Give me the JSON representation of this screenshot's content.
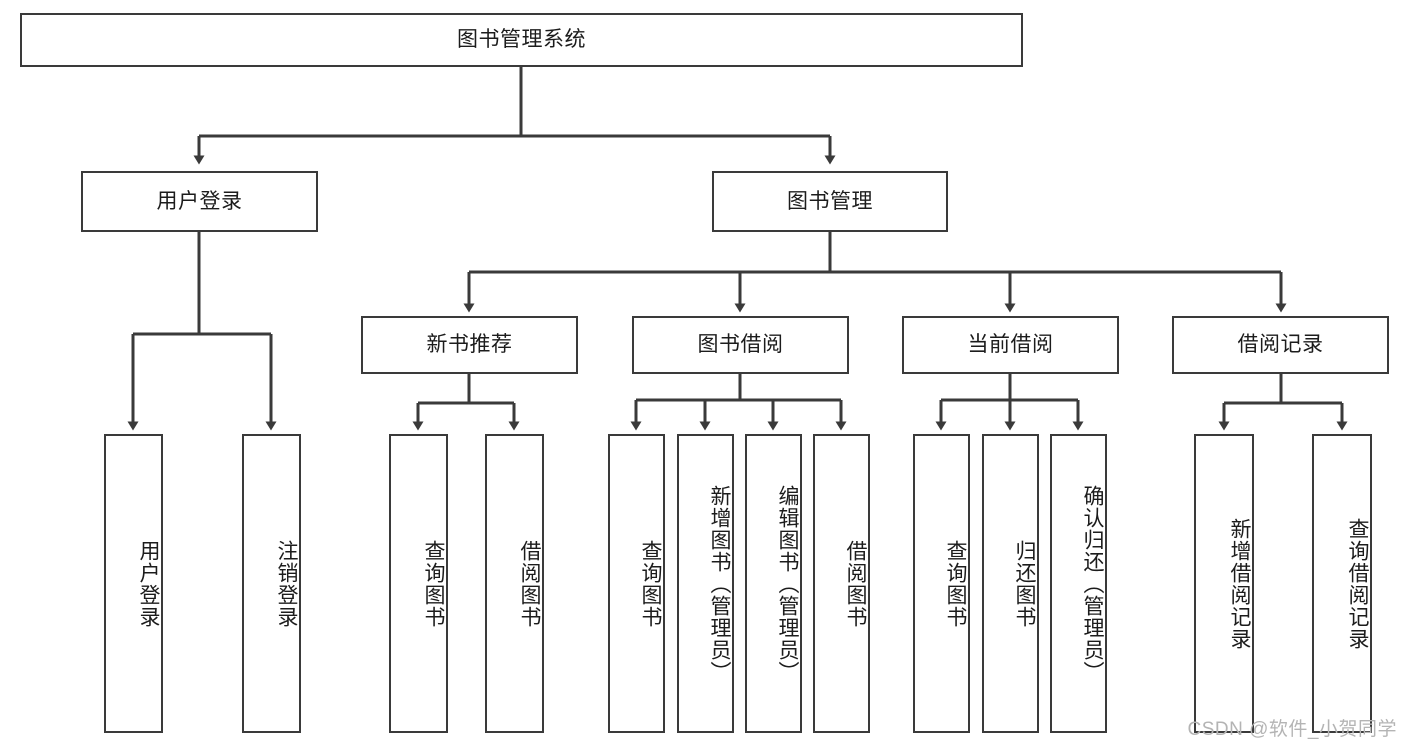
{
  "diagram": {
    "title": "图书管理系统",
    "type": "tree-hierarchy-chart",
    "root": {
      "id": "root",
      "label": "图书管理系统"
    },
    "level2": [
      {
        "id": "user-login",
        "label": "用户登录"
      },
      {
        "id": "book-manage",
        "label": "图书管理"
      }
    ],
    "level3": [
      {
        "id": "new-book-recommend",
        "label": "新书推荐",
        "parent": "book-manage"
      },
      {
        "id": "book-borrow",
        "label": "图书借阅",
        "parent": "book-manage"
      },
      {
        "id": "current-borrow",
        "label": "当前借阅",
        "parent": "book-manage"
      },
      {
        "id": "borrow-record",
        "label": "借阅记录",
        "parent": "book-manage"
      }
    ],
    "leaves": [
      {
        "id": "leaf-user-login",
        "label": "用户登录",
        "parent": "user-login"
      },
      {
        "id": "leaf-user-logout",
        "label": "注销登录",
        "parent": "user-login"
      },
      {
        "id": "leaf-query-book-1",
        "label": "查询图书",
        "parent": "new-book-recommend"
      },
      {
        "id": "leaf-borrow-book-1",
        "label": "借阅图书",
        "parent": "new-book-recommend"
      },
      {
        "id": "leaf-query-book-2",
        "label": "查询图书",
        "parent": "book-borrow"
      },
      {
        "id": "leaf-add-book",
        "label": "新增图书（管理员）",
        "parent": "book-borrow"
      },
      {
        "id": "leaf-edit-book",
        "label": "编辑图书（管理员）",
        "parent": "book-borrow"
      },
      {
        "id": "leaf-borrow-book-2",
        "label": "借阅图书",
        "parent": "book-borrow"
      },
      {
        "id": "leaf-query-book-3",
        "label": "查询图书",
        "parent": "current-borrow"
      },
      {
        "id": "leaf-return-book",
        "label": "归还图书",
        "parent": "current-borrow"
      },
      {
        "id": "leaf-confirm-return",
        "label": "确认归还（管理员）",
        "parent": "current-borrow"
      },
      {
        "id": "leaf-add-record",
        "label": "新增借阅记录",
        "parent": "borrow-record"
      },
      {
        "id": "leaf-query-record",
        "label": "查询借阅记录",
        "parent": "borrow-record"
      }
    ],
    "colors": {
      "stroke": "#3a3a3a",
      "text": "#1c1c1c",
      "background": "#ffffff",
      "watermark": "#b4b4b4"
    }
  },
  "watermark": {
    "text": "CSDN @软件_小贺同学"
  }
}
